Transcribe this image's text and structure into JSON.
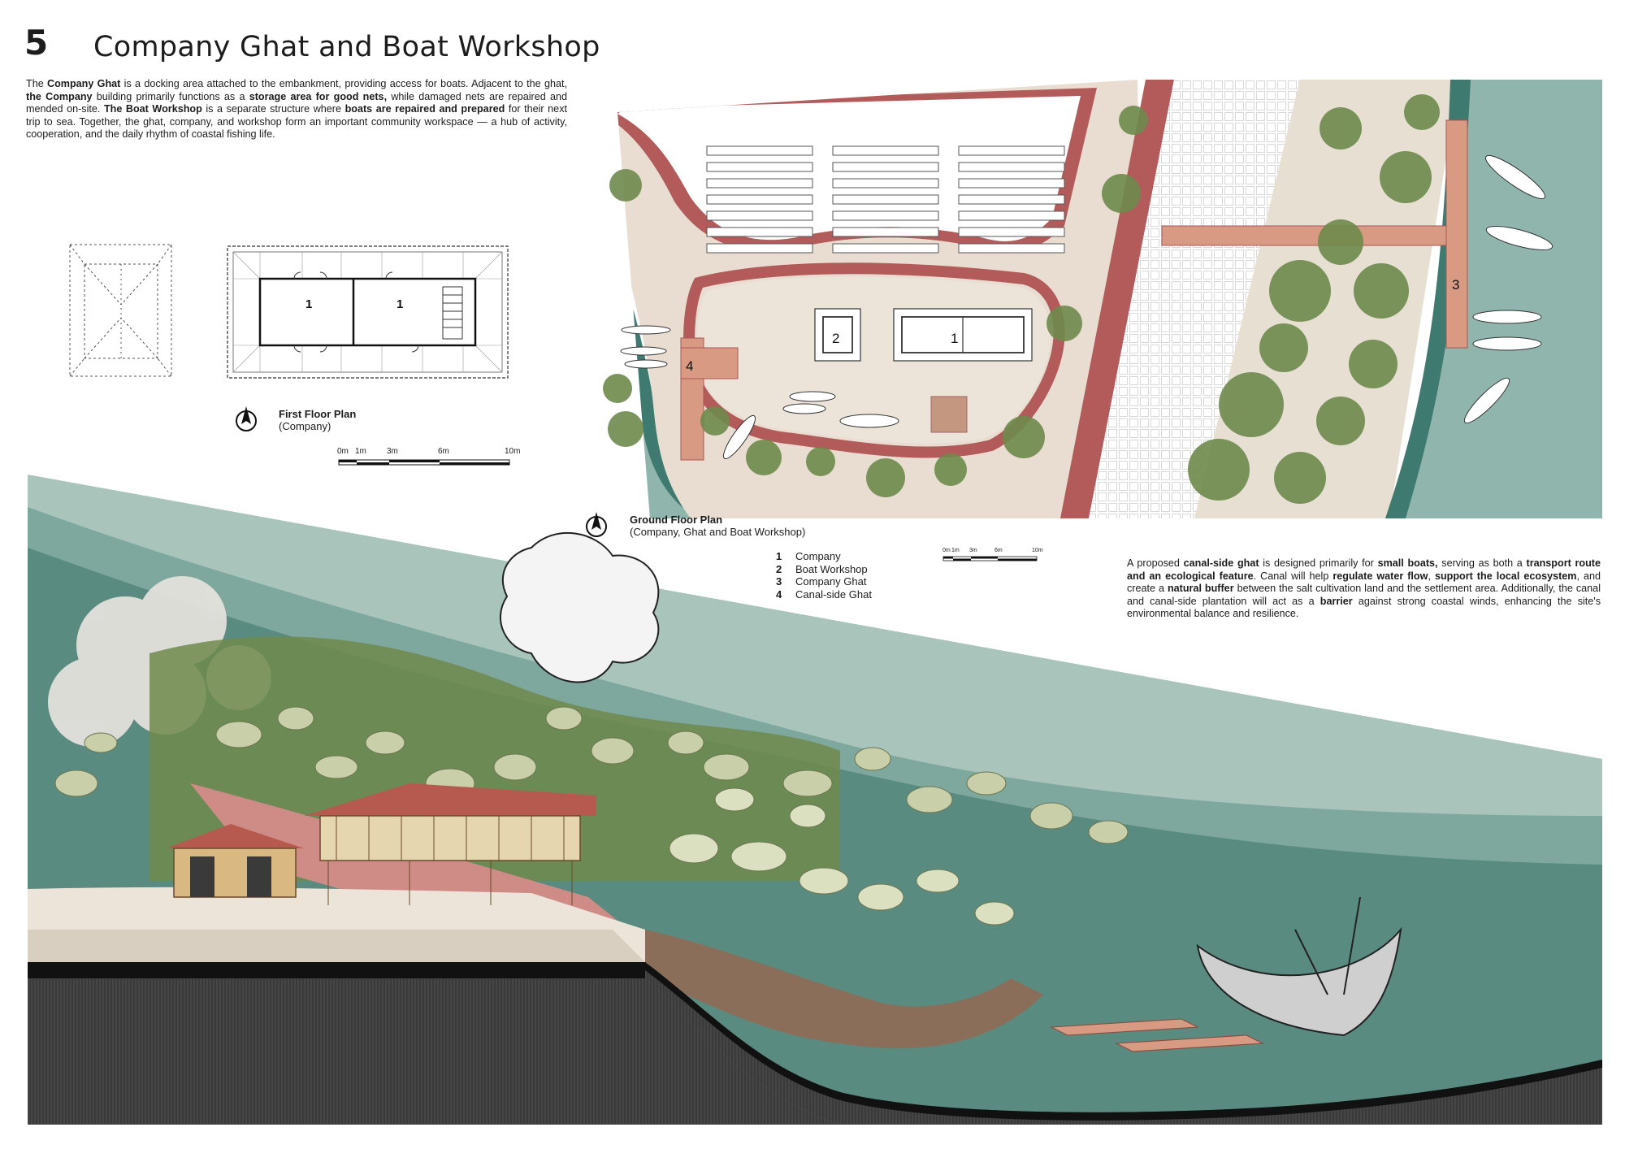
{
  "header": {
    "number": "5",
    "title": "Company Ghat and Boat Workshop"
  },
  "intro": {
    "segments": [
      {
        "text": "The ",
        "bold": false
      },
      {
        "text": "Company Ghat",
        "bold": true
      },
      {
        "text": " is a docking area attached to the embankment, providing access for boats. Adjacent to the ghat, ",
        "bold": false
      },
      {
        "text": "the Company",
        "bold": true
      },
      {
        "text": " building primarily functions as a ",
        "bold": false
      },
      {
        "text": "storage area for good nets,",
        "bold": true
      },
      {
        "text": " while damaged nets are repaired and mended on-site. ",
        "bold": false
      },
      {
        "text": "The Boat Workshop",
        "bold": true
      },
      {
        "text": " is a separate structure where ",
        "bold": false
      },
      {
        "text": "boats are repaired and prepared",
        "bold": true
      },
      {
        "text": " for their next trip to sea. Together, the ghat, company, and workshop form an important community workspace — a hub of activity, cooperation, and the daily rhythm of coastal fishing life.",
        "bold": false
      }
    ]
  },
  "first_floor": {
    "title": "First Floor Plan",
    "subtitle": "(Company)",
    "room_labels": [
      "1",
      "1"
    ],
    "scale_labels": [
      "0m",
      "1m",
      "3m",
      "6m",
      "10m"
    ]
  },
  "ground_floor": {
    "title": "Ground Floor Plan",
    "subtitle": "(Company, Ghat and Boat Workshop)",
    "zone_labels": [
      "1",
      "2",
      "3",
      "4"
    ],
    "scale_labels": [
      "0m",
      "1m",
      "3m",
      "6m",
      "10m"
    ]
  },
  "legend": [
    {
      "num": "1",
      "label": "Company"
    },
    {
      "num": "2",
      "label": "Boat Workshop"
    },
    {
      "num": "3",
      "label": "Company Ghat"
    },
    {
      "num": "4",
      "label": "Canal-side Ghat"
    }
  ],
  "canal_text": {
    "segments": [
      {
        "text": "A proposed ",
        "bold": false
      },
      {
        "text": "canal-side ghat",
        "bold": true
      },
      {
        "text": " is designed primarily for ",
        "bold": false
      },
      {
        "text": "small boats,",
        "bold": true
      },
      {
        "text": " serving as both a ",
        "bold": false
      },
      {
        "text": "transport route and an ecological feature",
        "bold": true
      },
      {
        "text": ". Canal will help ",
        "bold": false
      },
      {
        "text": "regulate water flow",
        "bold": true
      },
      {
        "text": ", ",
        "bold": false
      },
      {
        "text": "support the local ecosystem",
        "bold": true
      },
      {
        "text": ", and create a ",
        "bold": false
      },
      {
        "text": "natural buffer",
        "bold": true
      },
      {
        "text": " between the salt cultivation land and the settlement area. Additionally, the canal and canal-side plantation will act as a ",
        "bold": false
      },
      {
        "text": "barrier",
        "bold": true
      },
      {
        "text": " against strong coastal winds, enhancing the site's environmental balance and resilience.",
        "bold": false
      }
    ]
  },
  "icons": {
    "north": "north-arrow-icon"
  },
  "colors": {
    "water": "#8fb5ad",
    "deep_water": "#3f7a70",
    "embankment": "#b35a5a",
    "ground": "#e8ddd0",
    "earth": "#2b2b2b",
    "foliage": "#6e8a4c"
  }
}
